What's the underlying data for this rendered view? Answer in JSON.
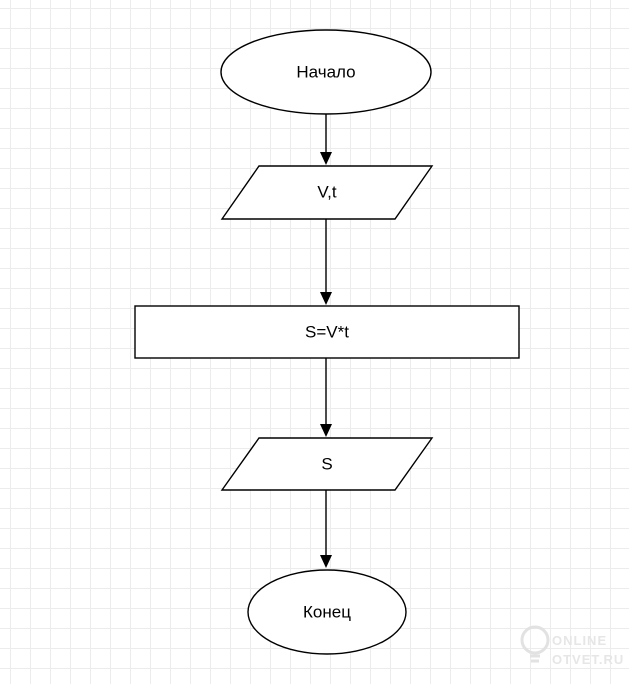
{
  "flowchart": {
    "start": {
      "label": "Начало",
      "shape": "ellipse"
    },
    "input": {
      "label": "V,t",
      "shape": "parallelogram"
    },
    "process": {
      "label": "S=V*t",
      "shape": "rectangle"
    },
    "output": {
      "label": "S",
      "shape": "parallelogram"
    },
    "end": {
      "label": "Конец",
      "shape": "ellipse"
    }
  },
  "watermark": {
    "line1": "ONLINE",
    "line2": "OTVET.RU",
    "icon": "lightbulb-icon"
  },
  "colors": {
    "stroke": "#000000",
    "grid": "#ececec",
    "background": "#ffffff"
  }
}
